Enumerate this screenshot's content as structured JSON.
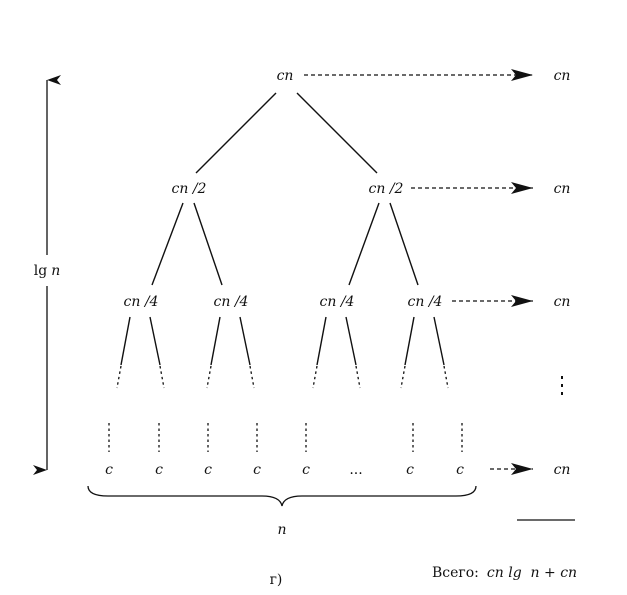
{
  "tree": {
    "root": "cn",
    "level1": [
      "cn /2",
      "cn /2"
    ],
    "level2": [
      "cn /4",
      "cn /4",
      "cn /4",
      "cn /4"
    ],
    "leaves": [
      "c",
      "c",
      "c",
      "c",
      "c",
      "...",
      "c",
      "c"
    ]
  },
  "level_costs": [
    "cn",
    "cn",
    "cn",
    "cn"
  ],
  "height_label": {
    "main": "lg",
    "var": "n"
  },
  "width_label": "n",
  "total": {
    "prefix": "Всего:",
    "expr": "cn lg  n + cn"
  },
  "caption": "г)"
}
